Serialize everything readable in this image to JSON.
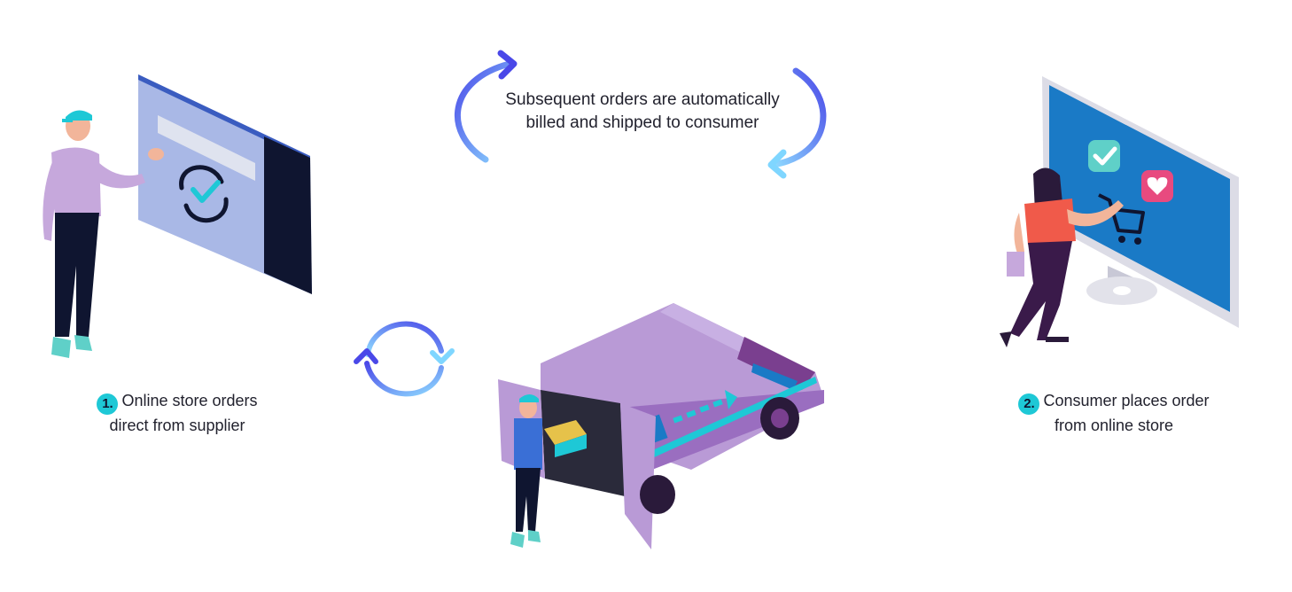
{
  "cycle_label": {
    "line1": "Subsequent orders are automatically",
    "line2": "billed and shipped to consumer"
  },
  "step1": {
    "number": "1.",
    "line1": "Online store orders",
    "line2": "direct from supplier"
  },
  "step2": {
    "number": "2.",
    "line1": "Consumer places order",
    "line2": "from online store"
  },
  "colors": {
    "accent_teal": "#1ec8d6",
    "arrow_blue": "#4a48e8",
    "arrow_light": "#7fd6ff",
    "screen_blue": "#1a7ac6",
    "van_purple": "#b99ad6",
    "van_dark": "#7a3f8f",
    "navy": "#0f1530"
  }
}
